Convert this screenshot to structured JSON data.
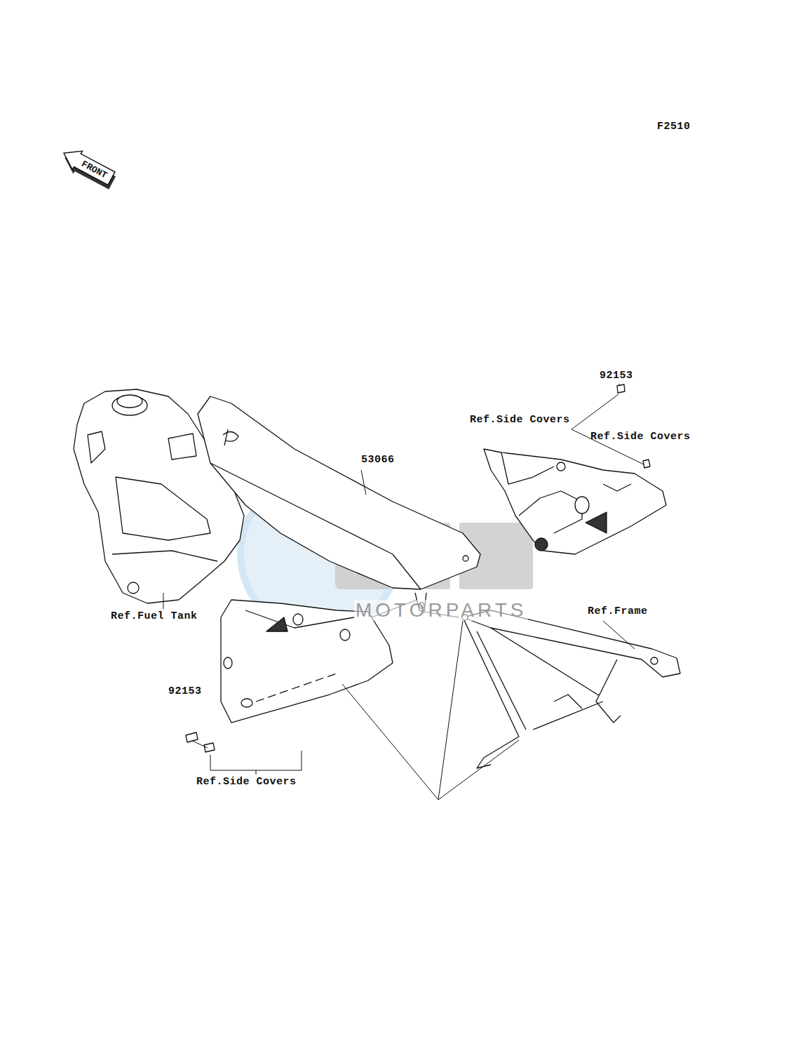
{
  "diagram": {
    "nodes": [
      {
        "text": [
          "FRONT"
        ]
      }
    ],
    "labels": [
      "F2510",
      "92153",
      "Ref.Side Covers",
      "Ref.Side Covers",
      "53066",
      "Ref.Fuel Tank",
      "Ref.Frame",
      "92153",
      "Ref.Side Covers",
      "MOTORPARTS"
    ]
  }
}
